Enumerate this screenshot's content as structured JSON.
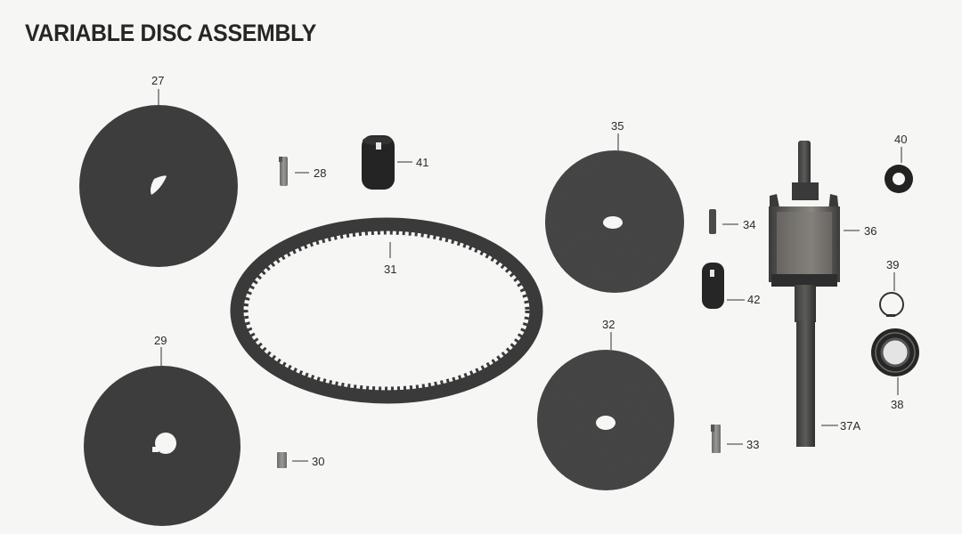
{
  "title": "VARIABLE DISC ASSEMBLY",
  "colors": {
    "part": "#3c3c3c",
    "part_light": "#6a6a6a",
    "background": "#f6f6f4",
    "text": "#262626"
  },
  "parts": [
    {
      "id": "27",
      "label": "27",
      "name": "disc"
    },
    {
      "id": "28",
      "label": "28",
      "name": "key"
    },
    {
      "id": "41",
      "label": "41",
      "name": "sleeve"
    },
    {
      "id": "31",
      "label": "31",
      "name": "toothed belt"
    },
    {
      "id": "29",
      "label": "29",
      "name": "disc"
    },
    {
      "id": "30",
      "label": "30",
      "name": "key"
    },
    {
      "id": "35",
      "label": "35",
      "name": "disc"
    },
    {
      "id": "34",
      "label": "34",
      "name": "pin"
    },
    {
      "id": "42",
      "label": "42",
      "name": "sleeve"
    },
    {
      "id": "32",
      "label": "32",
      "name": "disc"
    },
    {
      "id": "33",
      "label": "33",
      "name": "key"
    },
    {
      "id": "36",
      "label": "36",
      "name": "rotor assembly"
    },
    {
      "id": "37A",
      "label": "37A",
      "name": "shaft"
    },
    {
      "id": "40",
      "label": "40",
      "name": "seal ring"
    },
    {
      "id": "39",
      "label": "39",
      "name": "retaining ring"
    },
    {
      "id": "38",
      "label": "38",
      "name": "bearing"
    }
  ]
}
